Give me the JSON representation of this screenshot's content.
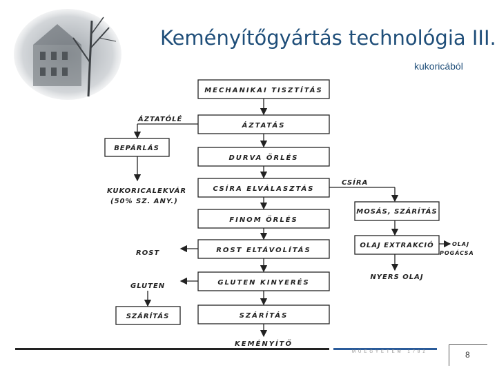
{
  "title": "Keményítőgyártás technológia III.",
  "subtitle": "kukoricából",
  "page_number": "8",
  "footer_logo_text": "MŰEGYETEM 1782",
  "main_steps": [
    "MECHANIKAI TISZTÍTÁS",
    "ÁZTATÁS",
    "DURVA ŐRLÉS",
    "CSÍRA ELVÁLASZTÁS",
    "FINOM ŐRLÉS",
    "ROST ELTÁVOLÍTÁS",
    "GLUTEN KINYERÉS",
    "SZÁRÍTÁS"
  ],
  "final_product": "KEMÉNYÍTŐ",
  "left_branch": {
    "steep_water": "ÁZTATÓLÉ",
    "evaporation": "BEPÁRLÁS",
    "product_line1": "KUKORICALEKVÁR",
    "product_line2": "(50% SZ. ANY.)",
    "fiber": "ROST",
    "gluten": "GLUTEN",
    "gluten_drying": "SZÁRÍTÁS"
  },
  "right_branch": {
    "germ": "CSÍRA",
    "washing": "MOSÁS, SZÁRÍTÁS",
    "oil_extraction": "OLAJ EXTRAKCIÓ",
    "oil": "OLAJ",
    "cake": "POGÁCSA",
    "crude_oil": "NYERS OLAJ"
  }
}
